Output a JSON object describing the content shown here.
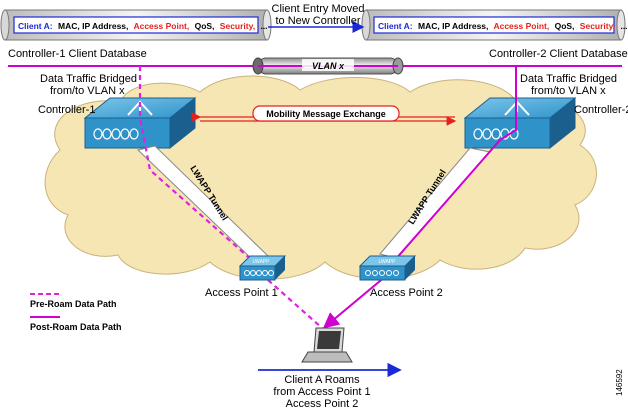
{
  "colors": {
    "cloud": "#f6e6b4",
    "cloud_stroke": "#c9b27a",
    "device": "#2f93c9",
    "device_dark": "#1b5f8f",
    "pre_roam": "#e020e0",
    "post_roam": "#d000d0",
    "arrow_blue": "#1a2bd6",
    "arrow_red": "#e8201c",
    "db_border": "#1a2bd6"
  },
  "db1": {
    "prefix": "Client A:",
    "fields_black": "MAC, IP Address,",
    "field_red": "Access Point,",
    "field_qos": "QoS,",
    "field_sec": "Security,",
    "field_tail": "...",
    "caption": "Controller-1 Client Database"
  },
  "db2": {
    "prefix": "Client A:",
    "fields_black": "MAC, IP Address,",
    "field_red": "Access Point,",
    "field_qos": "QoS,",
    "field_sec": "Security,",
    "field_tail": "...",
    "caption": "Controller-2 Client Database"
  },
  "entry_moved": [
    "Client Entry Moved",
    "to New Controller"
  ],
  "vlan_label": "VLAN x",
  "bridged_left": [
    "Data Traffic Bridged",
    "from/to VLAN x"
  ],
  "bridged_right": [
    "Data Traffic Bridged",
    "from/to VLAN x"
  ],
  "controller1": "Controller-1",
  "controller2": "Controller-2",
  "mobility": "Mobility Message Exchange",
  "tunnel_left": "LWAPP Tunnel",
  "tunnel_right": "LWAPP Tunnel",
  "ap1": "Access Point 1",
  "ap2": "Access Point 2",
  "ap_badge": "LWAPP",
  "legend": {
    "pre": "Pre-Roam Data Path",
    "post": "Post-Roam Data Path"
  },
  "roam": [
    "Client A Roams",
    "from Access Point 1",
    "Access Point 2"
  ],
  "figure_id": "146592"
}
